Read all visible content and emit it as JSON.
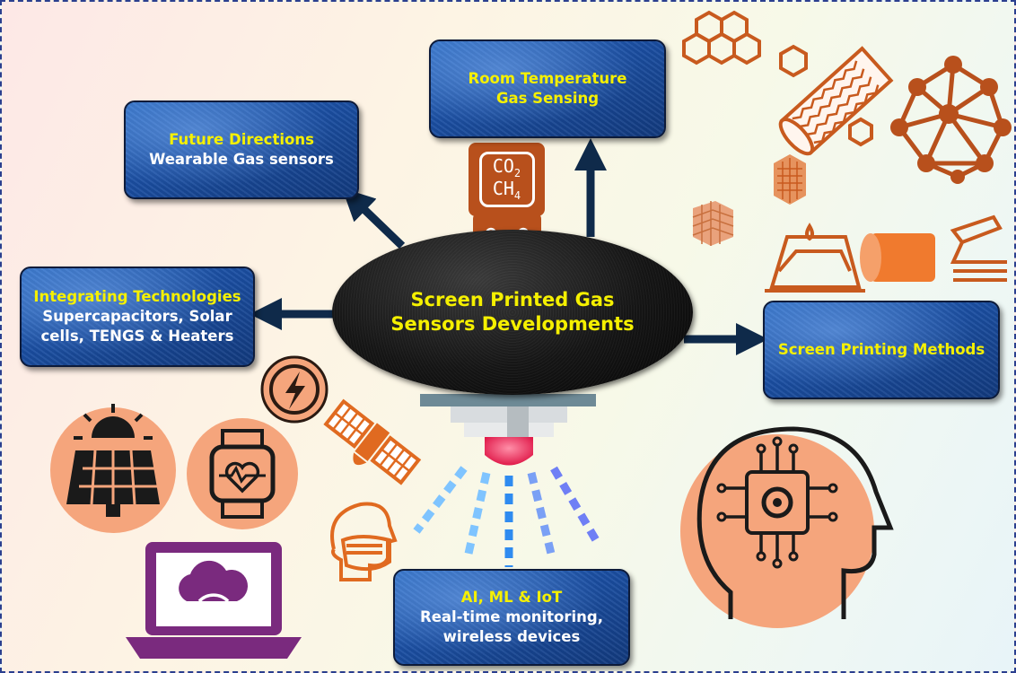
{
  "center": {
    "line1": "Screen Printed Gas",
    "line2": "Sensors Developments"
  },
  "boxes": {
    "room_temp": {
      "title_line1": "Room Temperature",
      "title_line2": "Gas Sensing"
    },
    "future": {
      "title": "Future Directions",
      "subtitle": "Wearable Gas sensors"
    },
    "integrating": {
      "title": "Integrating Technologies",
      "subtitle_line1": "Supercapacitors, Solar",
      "subtitle_line2": "cells, TENGS & Heaters"
    },
    "screen_printing": {
      "title": "Screen Printing Methods"
    },
    "ai_ml": {
      "title": "AI, ML & IoT",
      "subtitle_line1": "Real-time monitoring,",
      "subtitle_line2": "wireless devices"
    }
  },
  "gas_badge": {
    "line1": "CO",
    "line1_sub": "2",
    "line2": "CH",
    "line2_sub": "4"
  },
  "colors": {
    "box_blue": "#1b4fa3",
    "title_yellow": "#f5f000",
    "icon_orange": "#c85a1e",
    "arrow_navy": "#0f2a4a",
    "circle_salmon": "#f5a57c",
    "laptop_purple": "#7a2a7e"
  },
  "icons": [
    "hexagon-network-icon",
    "nanotube-icon",
    "molecule-network-icon",
    "hex-sheet-icon",
    "cube-lattice-icon",
    "screen-printing-frame-icon",
    "roller-icon",
    "squeegee-icon",
    "lightning-icon",
    "satellite-icon",
    "solar-panel-icon",
    "smartwatch-heart-icon",
    "face-mask-icon",
    "laptop-cloud-wifi-icon",
    "ai-head-circuit-icon",
    "spray-nozzle-icon"
  ]
}
